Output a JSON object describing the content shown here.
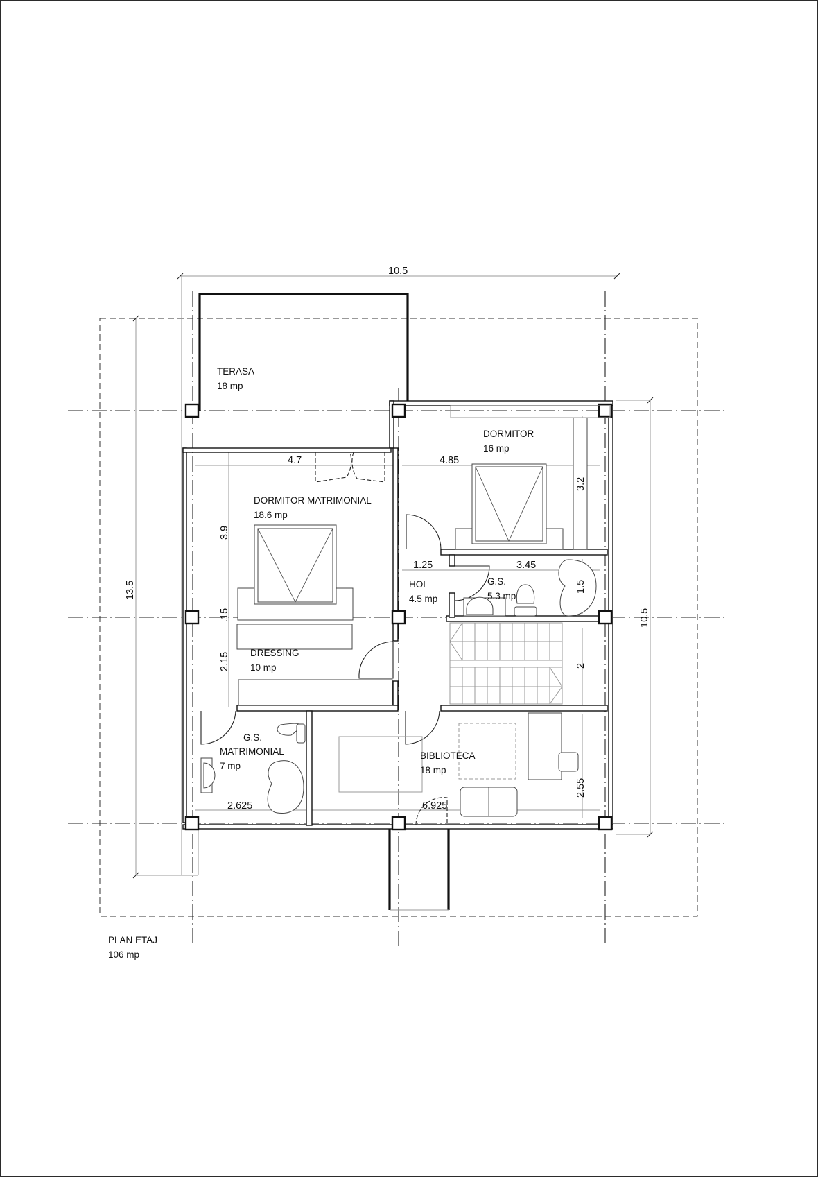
{
  "drawing": {
    "title": "PLAN  ETAJ",
    "total_area": "106 mp"
  },
  "rooms": [
    {
      "name": "TERASA",
      "area": "18 mp"
    },
    {
      "name": "DORMITOR",
      "area": "16 mp"
    },
    {
      "name": "DORMITOR  MATRIMONIAL",
      "area": "18.6 mp"
    },
    {
      "name": "HOL",
      "area": "4.5 mp"
    },
    {
      "name": "G.S.",
      "area": "5.3 mp"
    },
    {
      "name": "DRESSING",
      "area": "10 mp"
    },
    {
      "name": "G.S.",
      "name2": "MATRIMONIAL",
      "area": "7 mp"
    },
    {
      "name": "BIBLIOTECA",
      "area": "18 mp"
    }
  ],
  "dimensions": {
    "overall_width": "10.5",
    "overall_height_left": "13.5",
    "overall_height_right": "10.5",
    "dorm_matrimonial_width": "4.7",
    "dormitor_width": "4.85",
    "dormitor_depth": "3.2",
    "dorm_matrimonial_depth": "3.9",
    "wall_gap": ".15",
    "dressing_depth": "2.15",
    "hol_width": "1.25",
    "gs_width": "3.45",
    "gs_depth": "1.5",
    "stair_depth": "2",
    "gs_matrimonial_width": "2.625",
    "biblioteca_width": "6.925",
    "biblioteca_depth": "2.55"
  }
}
